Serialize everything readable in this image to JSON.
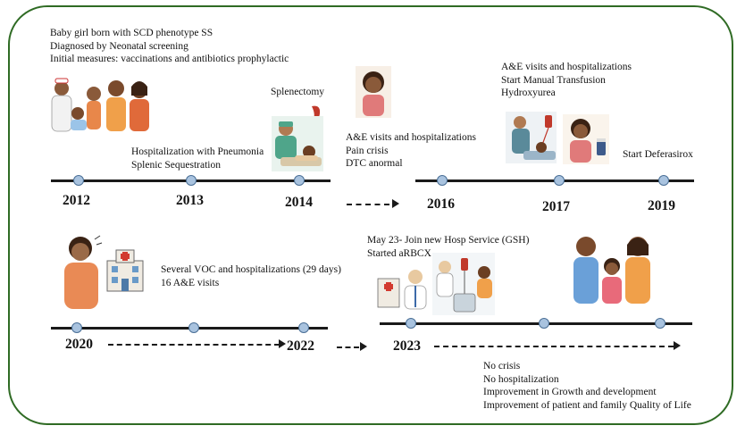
{
  "notes": {
    "birth": [
      "Baby girl born with SCD phenotype SS",
      "Diagnosed by Neonatal screening",
      "Initial measures: vaccinations and antibiotics prophylactic"
    ],
    "e2013": [
      "Hospitalization with Pneumonia",
      "Splenic Sequestration"
    ],
    "e2014": "Splenectomy",
    "e2016": [
      "A&E visits and hospitalizations",
      "Pain crisis",
      "DTC anormal"
    ],
    "e2017": [
      "A&E visits and hospitalizations",
      "Start Manual Transfusion",
      "Hydroxyurea"
    ],
    "e2019": "Start Deferasirox",
    "e2020": [
      "Several VOC and hospitalizations (29 days)",
      "16 A&E visits"
    ],
    "e2023": [
      "May 23- Join new Hosp Service (GSH)",
      "Started aRBCX"
    ],
    "outcome": [
      "No crisis",
      "No hospitalization",
      "Improvement in Growth and development",
      "Improvement of patient and family Quality of Life"
    ]
  },
  "years": {
    "y2012": "2012",
    "y2013": "2013",
    "y2014": "2014",
    "y2016": "2016",
    "y2017": "2017",
    "y2019": "2019",
    "y2020": "2020",
    "y2022": "2022",
    "y2023": "2023"
  },
  "colors": {
    "frame": "#2f6b24",
    "node_fill": "#a9c3df",
    "node_border": "#4a6f96",
    "line": "#1a1a1a"
  }
}
